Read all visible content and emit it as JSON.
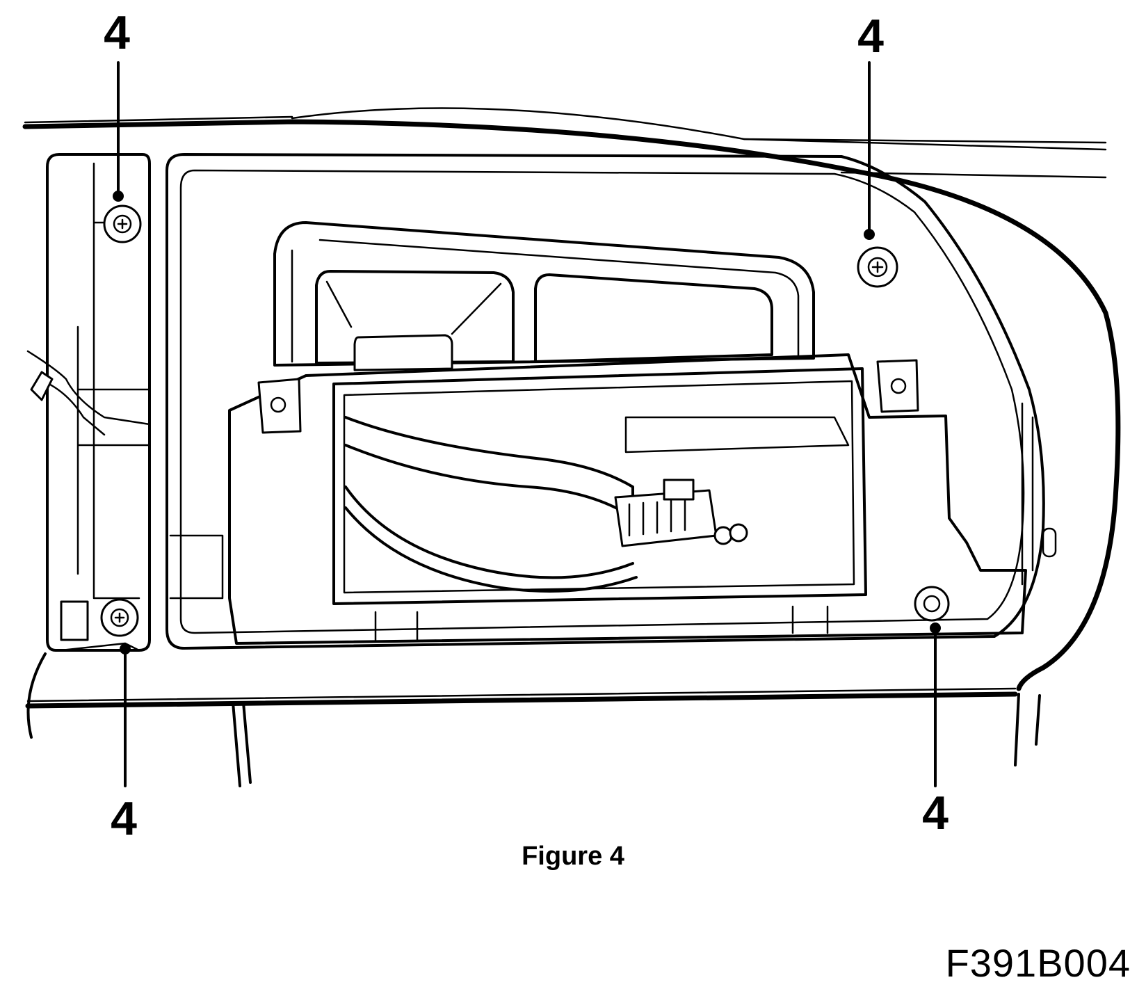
{
  "diagram": {
    "callouts": [
      {
        "id": "top-left",
        "label": "4"
      },
      {
        "id": "top-right",
        "label": "4"
      },
      {
        "id": "bottom-left",
        "label": "4"
      },
      {
        "id": "bottom-right",
        "label": "4"
      }
    ],
    "caption": "Figure 4",
    "figure_id": "F391B004"
  }
}
